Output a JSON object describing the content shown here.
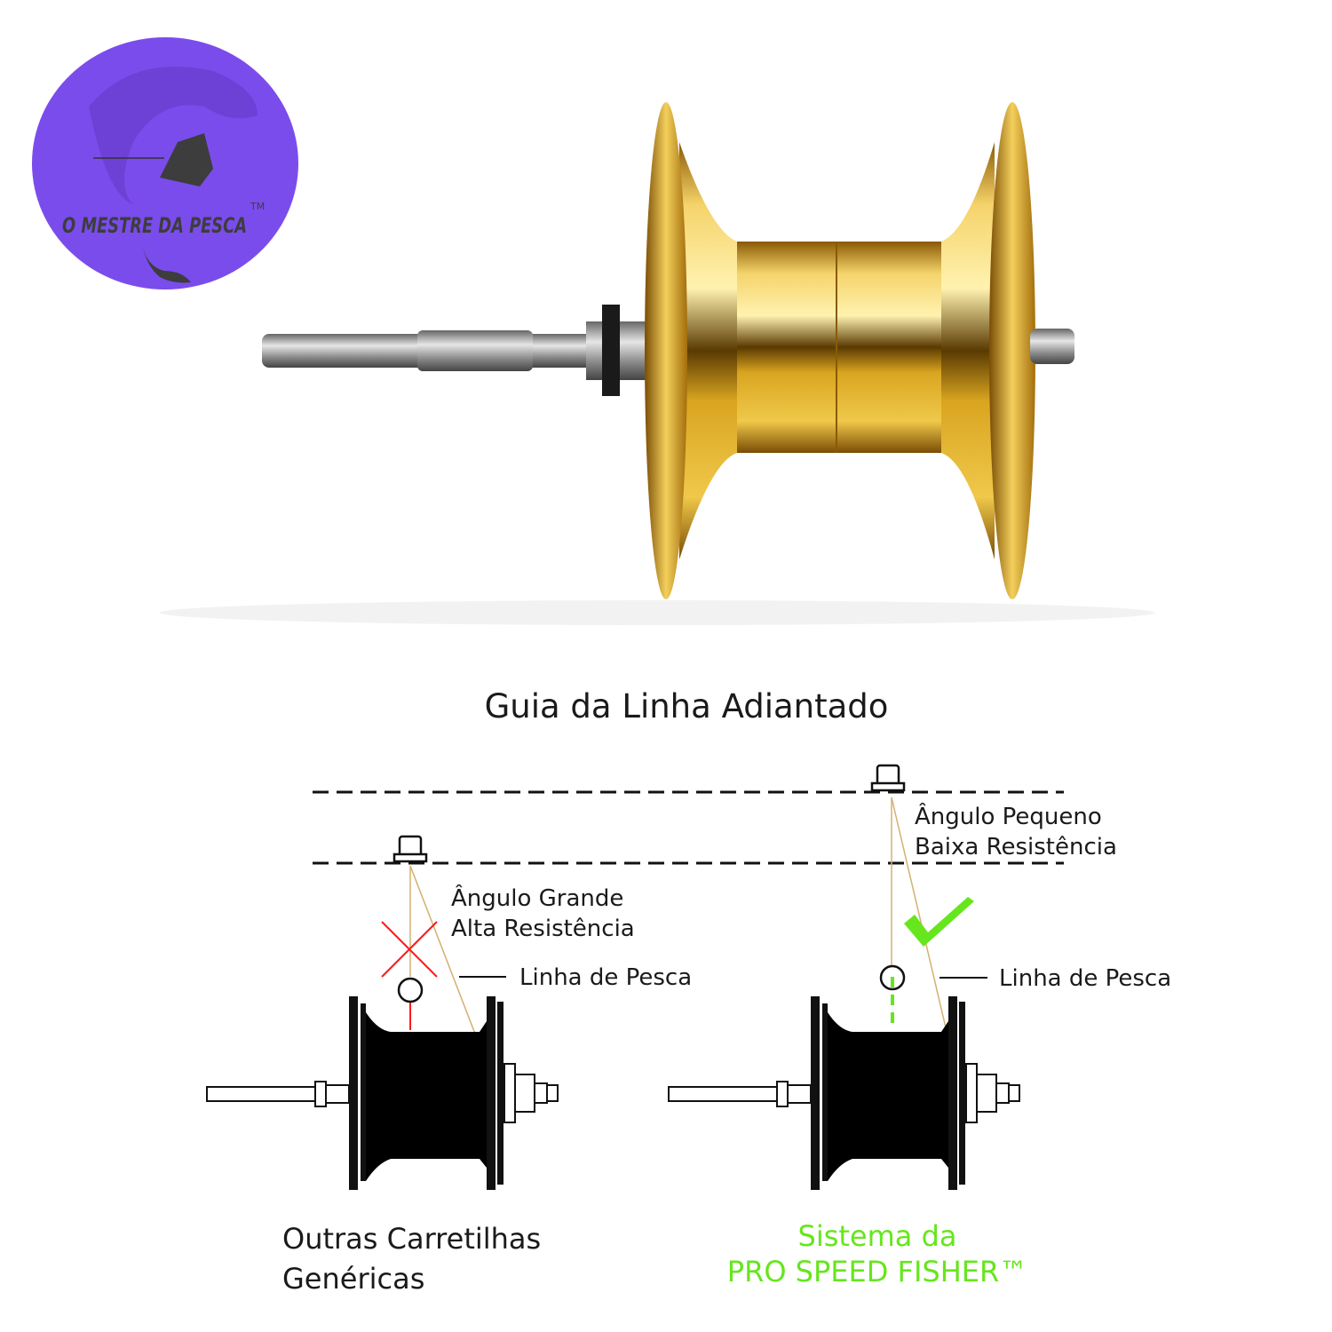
{
  "logo": {
    "text": "O MESTRE DA PESCA",
    "trademark": "TM",
    "color": "#7b4cec"
  },
  "product": {
    "name": "gold-spool",
    "color": "#d9a520"
  },
  "diagram": {
    "title": "Guia da Linha Adiantado",
    "left": {
      "angle_label": "Ângulo Grande",
      "resistance_label": "Alta Resistência",
      "line_label": "Linha de Pesca",
      "caption_line1": "Outras Carretilhas",
      "caption_line2": "Genéricas",
      "mark": "cross",
      "mark_color": "#ff1a1a"
    },
    "right": {
      "angle_label": "Ângulo Pequeno",
      "resistance_label": "Baixa Resistência",
      "line_label": "Linha de Pesca",
      "caption_line1": "Sistema da",
      "caption_line2": "PRO SPEED FISHER™",
      "mark": "check",
      "mark_color": "#66e61c"
    }
  }
}
